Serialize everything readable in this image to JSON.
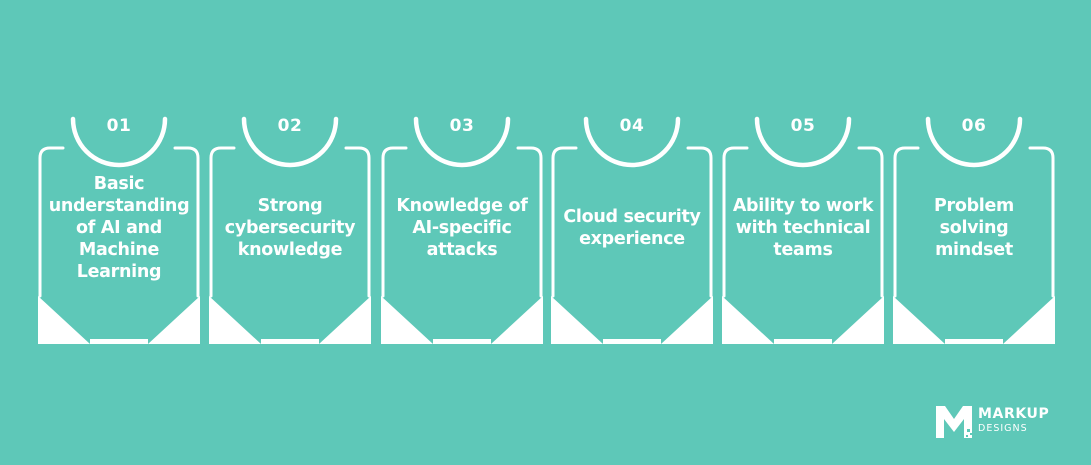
{
  "colors": {
    "background": "#5ec8b8",
    "foreground": "#ffffff"
  },
  "steps": [
    {
      "number": "01",
      "label": "Basic understanding of AI and Machine Learning"
    },
    {
      "number": "02",
      "label": "Strong cybersecurity knowledge"
    },
    {
      "number": "03",
      "label": "Knowledge of AI-specific attacks"
    },
    {
      "number": "04",
      "label": "Cloud security experience"
    },
    {
      "number": "05",
      "label": "Ability to work with technical teams"
    },
    {
      "number": "06",
      "label": "Problem solving mindset"
    }
  ],
  "brand": {
    "name": "MARKUP",
    "sub": "DESIGNS",
    "icon": "markup-m-logo"
  }
}
